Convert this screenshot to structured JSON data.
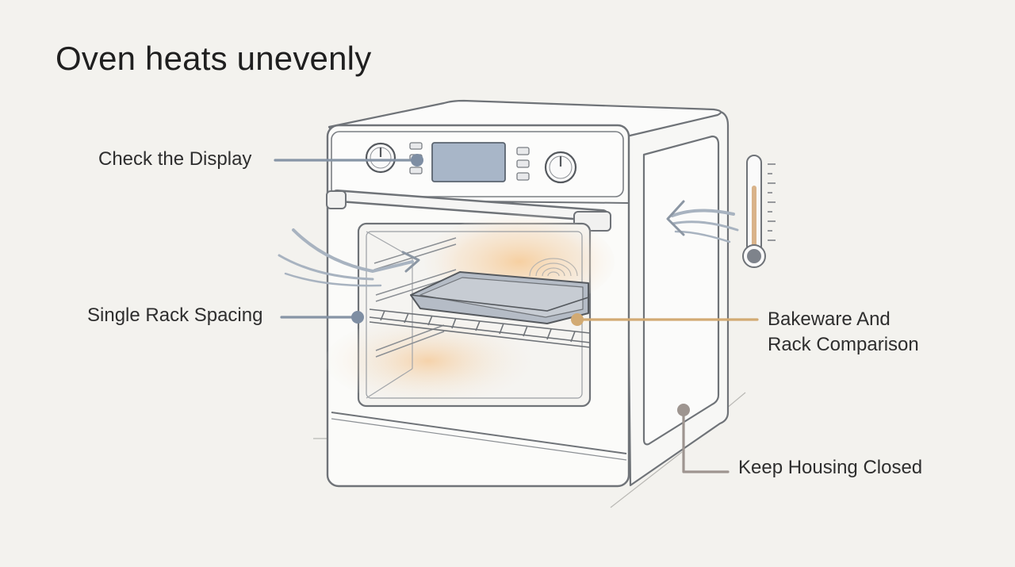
{
  "title": "Oven heats unevenly",
  "callouts": {
    "display": "Check the Display",
    "rack": "Single Rack Spacing",
    "bakeware_line1": "Bakeware And",
    "bakeware_line2": "Rack Comparison",
    "housing": "Keep Housing Closed"
  },
  "colors": {
    "background": "#f3f2ee",
    "outline": "#6f7378",
    "leader_blue": "#8795a6",
    "leader_gold": "#d2aa73",
    "leader_taupe": "#9e9590",
    "display_screen": "#a8b6c8",
    "heat_glow": "#f6d2a6"
  }
}
